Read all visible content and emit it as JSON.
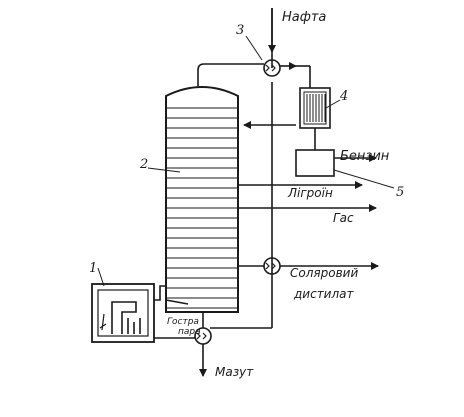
{
  "labels": {
    "nafta": "Нафта",
    "benzin": "Бензин",
    "ligroin": "Лігроїн",
    "gas": "Гас",
    "solyarovyi": "Соляровий",
    "dystylat": "дистилат",
    "mazut": "Мазут",
    "gostra": "Гостра",
    "para": "пара"
  },
  "callouts": {
    "furnace": "1",
    "column": "2",
    "heat_exchanger": "3",
    "condenser": "4",
    "separator": "5"
  },
  "colors": {
    "ink": "#1a1a1a",
    "background": "#ffffff"
  }
}
